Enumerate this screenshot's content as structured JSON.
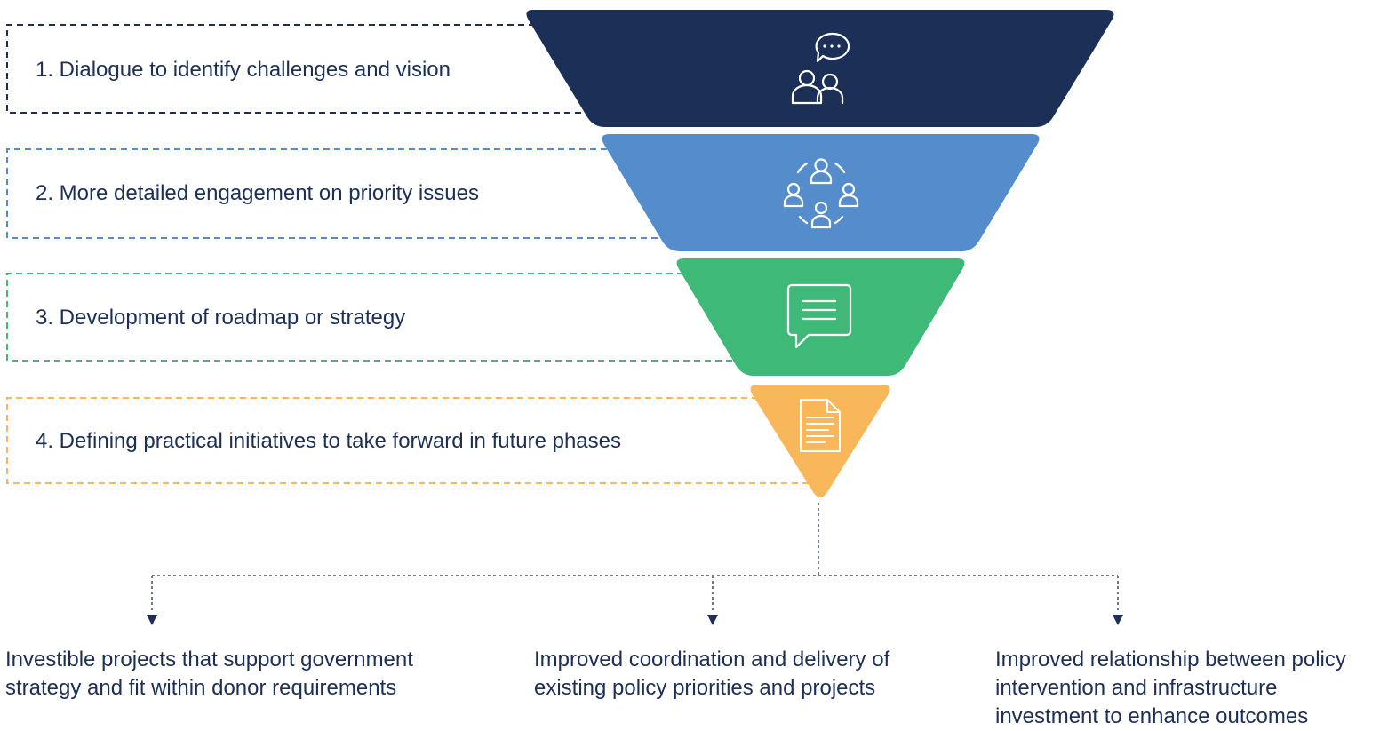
{
  "stages": [
    {
      "label": "1. Dialogue to identify challenges and vision",
      "color": "#1b2f57",
      "border_color": "#1b2f57",
      "icon": "dialogue-people-icon"
    },
    {
      "label": "2. More detailed engagement on priority issues",
      "color": "#558ccc",
      "border_color": "#558ccc",
      "icon": "group-network-icon"
    },
    {
      "label": "3. Development of roadmap or strategy",
      "color": "#3fb977",
      "border_color": "#3fb977",
      "icon": "speech-bubble-icon"
    },
    {
      "label": "4. Defining practical initiatives to take forward in future phases",
      "color": "#f8b75a",
      "border_color": "#f8b75a",
      "icon": "document-icon"
    }
  ],
  "outcomes": [
    {
      "label": "Investible projects that support government strategy and fit within donor requirements"
    },
    {
      "label": "Improved coordination and delivery of existing policy priorities and projects"
    },
    {
      "label": "Improved relationship between policy intervention and infrastructure investment to enhance outcomes"
    }
  ],
  "colors": {
    "text": "#1b2f57",
    "connector": "#1b2f57",
    "icon_stroke": "#ffffff"
  }
}
